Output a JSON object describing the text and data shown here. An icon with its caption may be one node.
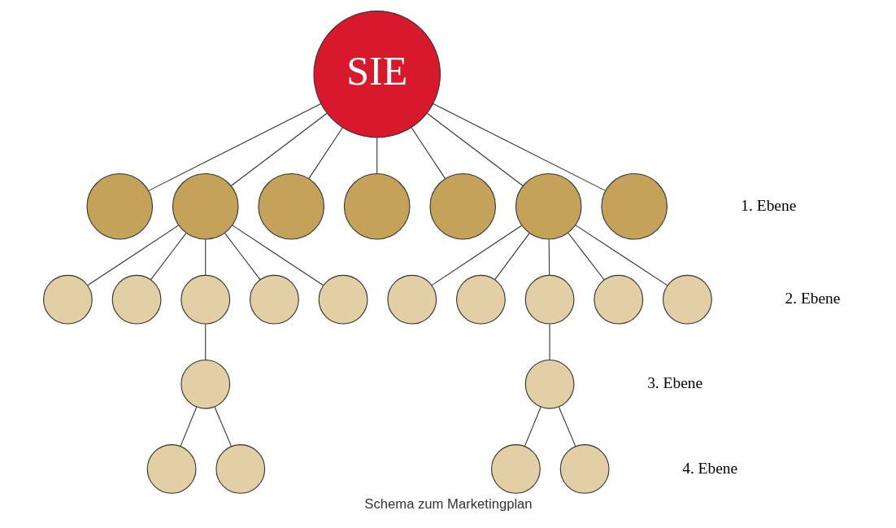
{
  "diagram": {
    "caption": "Schema zum Marketingplan",
    "nodes": [
      {
        "text": [
          "SIE"
        ]
      },
      {
        "text": [],
        "shape": "circle"
      },
      {
        "text": [],
        "shape": "circle"
      },
      {
        "text": [],
        "shape": "circle"
      },
      {
        "text": [],
        "shape": "circle"
      },
      {
        "text": [],
        "shape": "circle"
      },
      {
        "text": [],
        "shape": "circle"
      },
      {
        "text": [],
        "shape": "circle"
      },
      {
        "text": [],
        "shape": "circle"
      },
      {
        "text": [],
        "shape": "circle"
      },
      {
        "text": [],
        "shape": "circle"
      },
      {
        "text": [],
        "shape": "circle"
      },
      {
        "text": [],
        "shape": "circle"
      },
      {
        "text": [],
        "shape": "circle"
      },
      {
        "text": [],
        "shape": "circle"
      },
      {
        "text": [],
        "shape": "circle"
      },
      {
        "text": [],
        "shape": "circle"
      },
      {
        "text": [],
        "shape": "circle"
      },
      {
        "text": [],
        "shape": "circle"
      },
      {
        "text": [],
        "shape": "circle"
      },
      {
        "text": [],
        "shape": "circle"
      },
      {
        "text": [],
        "shape": "circle"
      },
      {
        "text": [],
        "shape": "circle"
      },
      {
        "text": [],
        "shape": "circle"
      }
    ],
    "edges": [
      {
        "from": 0,
        "to": 1,
        "arrow": "none"
      },
      {
        "from": 0,
        "to": 2,
        "arrow": "none"
      },
      {
        "from": 0,
        "to": 3,
        "arrow": "none"
      },
      {
        "from": 0,
        "to": 4,
        "arrow": "none"
      },
      {
        "from": 0,
        "to": 5,
        "arrow": "none"
      },
      {
        "from": 0,
        "to": 6,
        "arrow": "none"
      },
      {
        "from": 0,
        "to": 7,
        "arrow": "none"
      },
      {
        "from": 2,
        "to": 8,
        "arrow": "none"
      },
      {
        "from": 2,
        "to": 9,
        "arrow": "none"
      },
      {
        "from": 2,
        "to": 10,
        "arrow": "none"
      },
      {
        "from": 2,
        "to": 11,
        "arrow": "none"
      },
      {
        "from": 2,
        "to": 12,
        "arrow": "none"
      },
      {
        "from": 6,
        "to": 13,
        "arrow": "none"
      },
      {
        "from": 6,
        "to": 14,
        "arrow": "none"
      },
      {
        "from": 6,
        "to": 15,
        "arrow": "none"
      },
      {
        "from": 6,
        "to": 16,
        "arrow": "none"
      },
      {
        "from": 6,
        "to": 17,
        "arrow": "none"
      },
      {
        "from": 10,
        "to": 18,
        "arrow": "none"
      },
      {
        "from": 15,
        "to": 19,
        "arrow": "none"
      },
      {
        "from": 18,
        "to": 20,
        "arrow": "none"
      },
      {
        "from": 18,
        "to": 21,
        "arrow": "none"
      },
      {
        "from": 19,
        "to": 22,
        "arrow": "none"
      },
      {
        "from": 19,
        "to": 23,
        "arrow": "none"
      }
    ],
    "labels": [
      "1. Ebene",
      "2. Ebene",
      "3. Ebene",
      "4. Ebene"
    ]
  }
}
